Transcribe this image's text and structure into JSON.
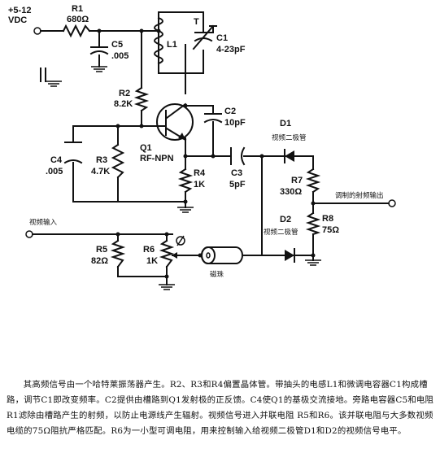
{
  "supply": {
    "voltage": "+5-12",
    "unit": "VDC"
  },
  "components": {
    "R1": {
      "ref": "R1",
      "value": "680Ω"
    },
    "C5": {
      "ref": "C5",
      "value": ".005"
    },
    "L1": {
      "ref": "L1"
    },
    "C1": {
      "ref": "C1",
      "value": "4-23pF",
      "tap": "T"
    },
    "R2": {
      "ref": "R2",
      "value": "8.2K"
    },
    "Q1": {
      "ref": "Q1",
      "type": "RF-NPN"
    },
    "C2": {
      "ref": "C2",
      "value": "10pF"
    },
    "C4": {
      "ref": "C4",
      "value": ".005"
    },
    "R3": {
      "ref": "R3",
      "value": "4.7K"
    },
    "R4": {
      "ref": "R4",
      "value": "1K"
    },
    "C3": {
      "ref": "C3",
      "value": "5pF"
    },
    "D1": {
      "ref": "D1",
      "desc": "视频二极管"
    },
    "R7": {
      "ref": "R7",
      "value": "330Ω"
    },
    "D2": {
      "ref": "D2",
      "desc": "视频二极管"
    },
    "R8": {
      "ref": "R8",
      "value": "75Ω"
    },
    "R5": {
      "ref": "R5",
      "value": "82Ω"
    },
    "R6": {
      "ref": "R6",
      "value": "1K"
    }
  },
  "labels": {
    "rf_output": "调制的射频输出",
    "video_input": "视频输入",
    "ferrite_bead": "磁珠"
  },
  "caption": "其高频信号由一个哈特莱振荡器产生。R2、R3和R4偏置晶体管。带抽头的电感L1和微调电容器C1构成槽路，调节C1即改变频率。C2提供由槽路到Q1发射极的正反馈。C4使Q1的基极交流接地。旁路电容器C5和电阻R1滤除由槽路产生的射频，以防止电源线产生辐射。视频信号进入并联电阻 R5和R6。该并联电阻与大多数视频电缆的75Ω阻抗严格匹配。R6为一小型可调电阻，用来控制输入给视频二极管D1和D2的视频信号电平。"
}
